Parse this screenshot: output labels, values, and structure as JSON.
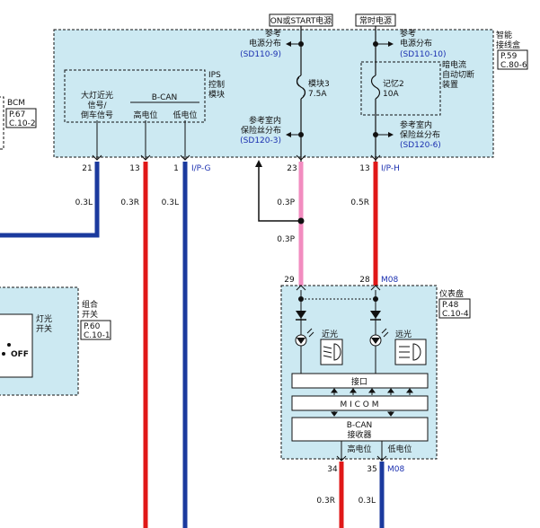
{
  "title_boxes": {
    "on_start": "ON或START电源",
    "always_on": "常时电源"
  },
  "junction_box": {
    "name_line1": "智能",
    "name_line2": "接线盒",
    "ref_page": "P.59",
    "ref_code": "C.80-6",
    "pd_ref_l1": "参考",
    "pd_ref_l2": "电源分布",
    "pd_ref_link_left": "(SD110-9)",
    "pd_ref_link_right": "(SD110-10)",
    "fuse_left_name": "模块3",
    "fuse_left_rating": "7.5A",
    "fuse_right_name": "记忆2",
    "fuse_right_rating": "10A",
    "dark_current_l1": "暗电流",
    "dark_current_l2": "自动切断",
    "dark_current_l3": "装置",
    "fd_ref_l1": "参考室内",
    "fd_ref_l2": "保险丝分布",
    "fd_ref_link_left": "(SD120-3)",
    "fd_ref_link_right": "(SD120-6)"
  },
  "ips": {
    "label_l1": "IPS",
    "label_l2": "控制",
    "label_l3": "模块",
    "sig_l1": "大灯近光",
    "sig_l2": "信号/",
    "sig_l3": "倒车信号",
    "bcan": "B-CAN",
    "high": "高电位",
    "low": "低电位"
  },
  "bcm": {
    "name": "BCM",
    "ref_page": "P.67",
    "ref_code": "C.10-2"
  },
  "combo_switch": {
    "name_l1": "组合",
    "name_l2": "开关",
    "ref_page": "P.60",
    "ref_code": "C.10-1",
    "light_l1": "灯光",
    "light_l2": "开关",
    "off": "OFF"
  },
  "cluster": {
    "name": "仪表盘",
    "ref_page": "P.48",
    "ref_code": "C.10-4",
    "low_beam": "近光",
    "high_beam": "远光",
    "interface": "接口",
    "micom": "M I C O M",
    "bcan_recv_l1": "B-CAN",
    "bcan_recv_l2": "接收器",
    "high": "高电位",
    "low": "低电位"
  },
  "pins": {
    "p21": "21",
    "p13a": "13",
    "p1": "1",
    "conn_ipg": "I/P-G",
    "p23": "23",
    "p13b": "13",
    "conn_iph": "I/P-H",
    "p29": "29",
    "p28": "28",
    "conn_m08a": "M08",
    "p34": "34",
    "p35": "35",
    "conn_m08b": "M08"
  },
  "wires": {
    "w1": "0.3L",
    "w2": "0.3R",
    "w3": "0.3L",
    "w4": "0.3P",
    "w5": "0.5R",
    "w6": "0.3P",
    "w7": "0.3R",
    "w8": "0.3L"
  },
  "colors": {
    "box_fill": "#cce9f2",
    "wire_blue": "#1b3a9e",
    "wire_red": "#e01818",
    "wire_pink": "#f28cc0",
    "link_blue": "#1a2fb0"
  }
}
